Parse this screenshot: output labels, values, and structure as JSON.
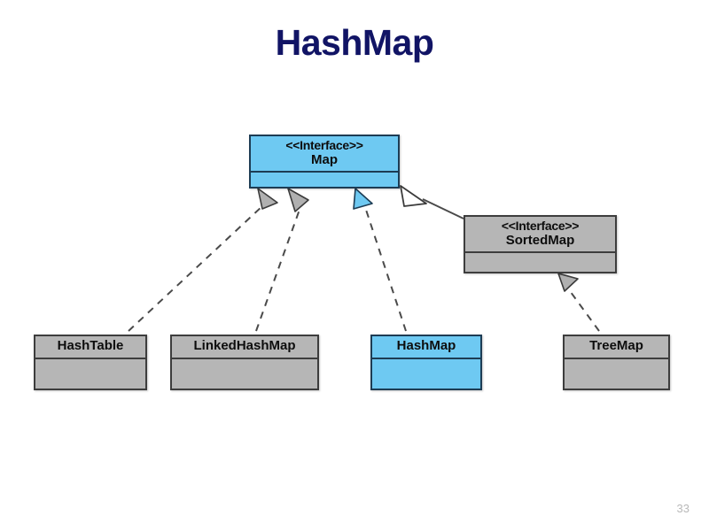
{
  "slide": {
    "title": "HashMap",
    "title_color": "#111465",
    "background_color": "#ffffff",
    "page_number": "33"
  },
  "palette": {
    "interface_fill": "#6ec9f2",
    "class_fill": "#b6b6b6",
    "border_dark": "#3d3d3d",
    "border_blue": "#1d3c54",
    "highlight_fill": "#6ec9f2",
    "arrow_gray": "#b0b0b0",
    "arrow_blue": "#6ec9f2",
    "arrow_white": "#ffffff",
    "line_color": "#4a4a4a"
  },
  "diagram": {
    "type": "uml-class-diagram",
    "nodes": [
      {
        "id": "map",
        "stereotype": "<<Interface>>",
        "name": "Map",
        "kind": "interface",
        "fill": "#6ec9f2",
        "highlighted": false
      },
      {
        "id": "sortedmap",
        "stereotype": "<<Interface>>",
        "name": "SortedMap",
        "kind": "interface",
        "fill": "#b6b6b6",
        "highlighted": false
      },
      {
        "id": "hashtable",
        "stereotype": "",
        "name": "HashTable",
        "kind": "class",
        "fill": "#b6b6b6",
        "highlighted": false
      },
      {
        "id": "linkedhashmap",
        "stereotype": "",
        "name": "LinkedHashMap",
        "kind": "class",
        "fill": "#b6b6b6",
        "highlighted": false
      },
      {
        "id": "hashmap",
        "stereotype": "",
        "name": "HashMap",
        "kind": "class",
        "fill": "#6ec9f2",
        "highlighted": true
      },
      {
        "id": "treemap",
        "stereotype": "",
        "name": "TreeMap",
        "kind": "class",
        "fill": "#b6b6b6",
        "highlighted": false
      }
    ],
    "edges": [
      {
        "from": "hashtable",
        "to": "map",
        "relation": "realization",
        "style": "dashed",
        "arrow": "hollow-triangle",
        "arrow_fill": "#b0b0b0"
      },
      {
        "from": "linkedhashmap",
        "to": "map",
        "relation": "realization",
        "style": "dashed",
        "arrow": "hollow-triangle",
        "arrow_fill": "#b0b0b0"
      },
      {
        "from": "hashmap",
        "to": "map",
        "relation": "realization",
        "style": "dashed",
        "arrow": "hollow-triangle",
        "arrow_fill": "#6ec9f2"
      },
      {
        "from": "sortedmap",
        "to": "map",
        "relation": "generalization",
        "style": "solid",
        "arrow": "hollow-triangle",
        "arrow_fill": "#ffffff"
      },
      {
        "from": "treemap",
        "to": "sortedmap",
        "relation": "realization",
        "style": "dashed",
        "arrow": "hollow-triangle",
        "arrow_fill": "#b0b0b0"
      }
    ]
  }
}
